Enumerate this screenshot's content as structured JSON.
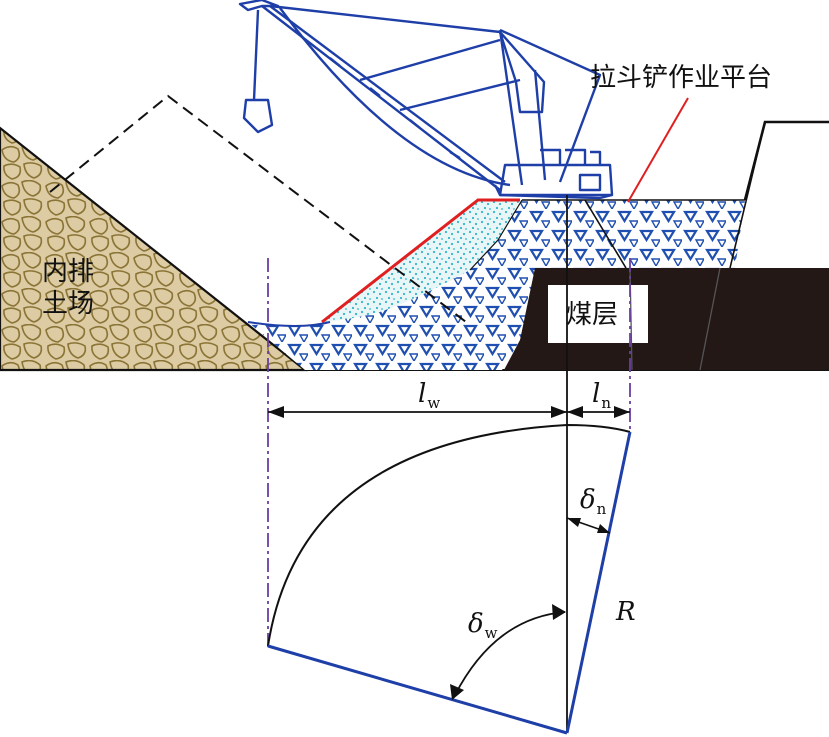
{
  "labels": {
    "platform": "拉斗铲作业平台",
    "dump_line1": "内排",
    "dump_line2": "土场",
    "coal_seam": "煤层",
    "lw_main": "l",
    "lw_sub": "w",
    "ln_main": "l",
    "ln_sub": "n",
    "delta_n_main": "δ",
    "delta_n_sub": "n",
    "delta_w_main": "δ",
    "delta_w_sub": "w",
    "radius": "R"
  },
  "colors": {
    "structure": "#1f3fa8",
    "overburden_fill": "#1f4fb0",
    "rock_fill": "#d9c9a0",
    "rock_stroke": "#8a7436",
    "coal": "#231815",
    "red_line": "#e02020",
    "centerline": "#6a3fa0",
    "spoil_dots": "#33b5c8"
  }
}
